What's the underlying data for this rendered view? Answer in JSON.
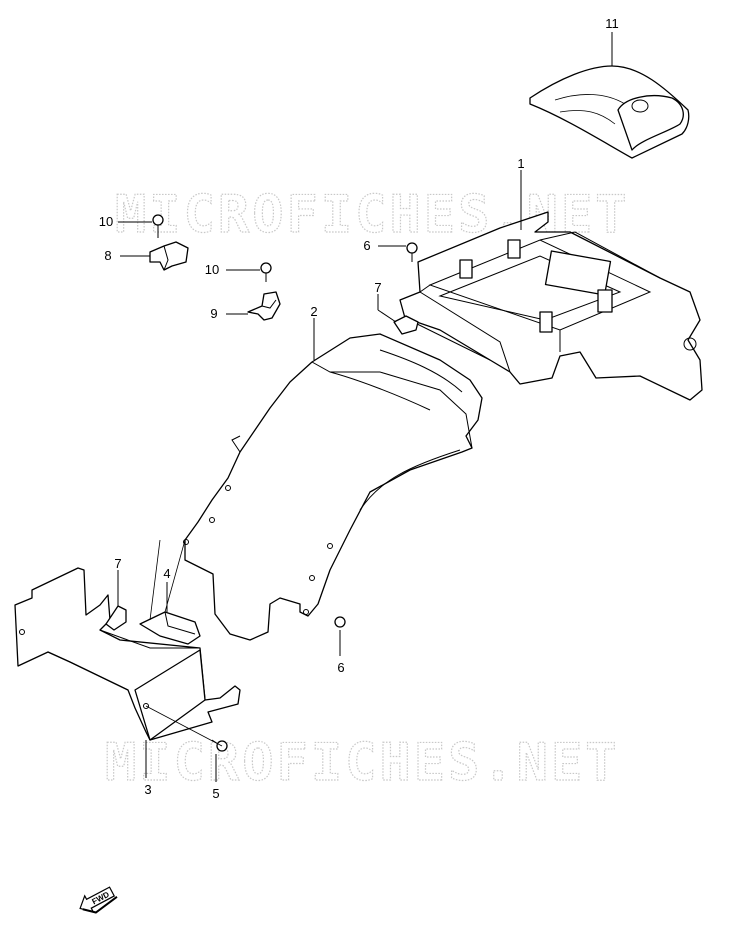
{
  "watermark": {
    "top": "MICROFICHES.NET",
    "bottom": "MICROFICHES.NET"
  },
  "callouts": {
    "c1": "1",
    "c2": "2",
    "c3": "3",
    "c4": "4",
    "c5": "5",
    "c6a": "6",
    "c6b": "6",
    "c7a": "7",
    "c7b": "7",
    "c8": "8",
    "c9": "9",
    "c10a": "10",
    "c10b": "10",
    "c11": "11"
  },
  "fwd_label": "FWD",
  "colors": {
    "line": "#000000",
    "watermark": "#c8c8c8",
    "background": "#ffffff"
  }
}
